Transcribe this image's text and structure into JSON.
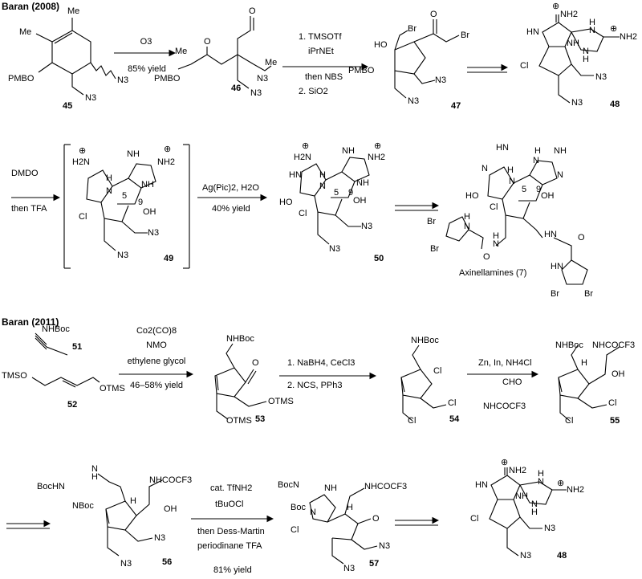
{
  "section1": {
    "heading": "Baran (2008)",
    "step1": {
      "reagent": "O3",
      "yield": "85% yield"
    },
    "step2": {
      "line1": "1. TMSOTf",
      "line2": "iPrNEt",
      "line3": "then NBS",
      "line4": "2. SiO2"
    },
    "step3": {
      "line1": "DMDO",
      "line2": "then TFA"
    },
    "step4": {
      "line1": "Ag(Pic)2, H2O",
      "line2": "40% yield"
    },
    "compounds": {
      "c45": "45",
      "c46": "46",
      "c47": "47",
      "c48": "48",
      "c49": "49",
      "c50": "50"
    },
    "product_name": "Axinellamines (7)"
  },
  "section2": {
    "heading": "Baran (2011)",
    "step1": {
      "line1": "Co2(CO)8",
      "line2": "NMO",
      "line3": "ethylene glycol",
      "line4": "46–58% yield"
    },
    "step2": {
      "line1": "1. NaBH4, CeCl3",
      "line2": "2. NCS, PPh3"
    },
    "step3": {
      "line1": "Zn, In, NH4Cl"
    },
    "step4": {
      "line1": "cat. TfNH2",
      "line2": "tBuOCl",
      "line3": "then Dess-Martin",
      "line4": "periodinane TFA",
      "line5": "81% yield"
    },
    "compounds": {
      "c51": "51",
      "c52": "52",
      "c53": "53",
      "c54": "54",
      "c55": "55",
      "c56": "56",
      "c57": "57",
      "c48b": "48"
    }
  },
  "labels": {
    "me": "Me",
    "pmbo": "PMBO",
    "n3": "N3",
    "br": "Br",
    "ho": "HO",
    "oh": "OH",
    "o": "O",
    "cl": "Cl",
    "nh": "NH",
    "hn": "HN",
    "nh2": "NH2",
    "h2n": "H2N",
    "h": "H",
    "n": "N",
    "plus": "⊕",
    "five": "5",
    "nine": "9",
    "nhboc": "NHBoc",
    "nhcocf3": "NHCOCF3",
    "otms": "OTMS",
    "tmso": "TMSO",
    "cho": "CHO",
    "bochn": "BocHN",
    "nboc": "NBoc",
    "bocn": "BocN",
    "boc_n": "Boc",
    "hnn": "HN"
  }
}
